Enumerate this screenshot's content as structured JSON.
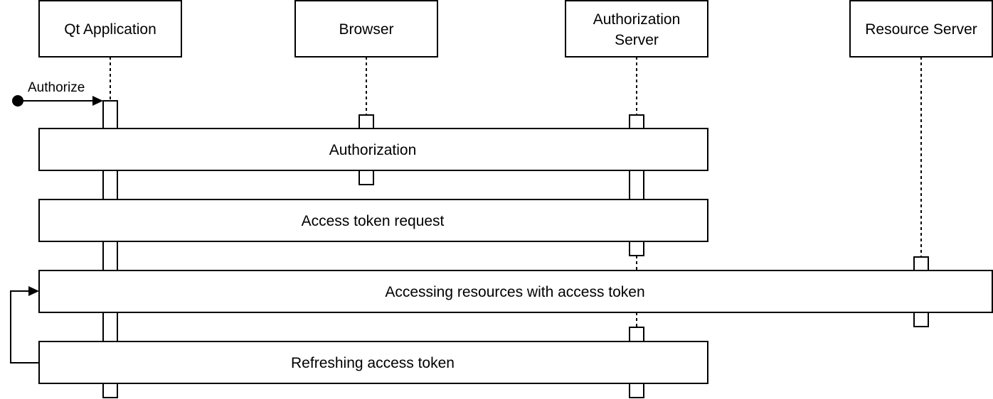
{
  "participants": [
    {
      "id": "qt",
      "lines": [
        "Qt Application"
      ]
    },
    {
      "id": "browser",
      "lines": [
        "Browser"
      ]
    },
    {
      "id": "authserver",
      "lines": [
        "Authorization",
        "Server"
      ]
    },
    {
      "id": "resource",
      "lines": [
        "Resource Server"
      ]
    }
  ],
  "initial_message": {
    "label": "Authorize"
  },
  "fragments": [
    {
      "id": "authorization",
      "label": "Authorization"
    },
    {
      "id": "access-token-request",
      "label": "Access token request"
    },
    {
      "id": "accessing-resources",
      "label": "Accessing resources with access token"
    },
    {
      "id": "refreshing-access-token",
      "label": "Refreshing access token"
    }
  ],
  "colors": {
    "stroke": "#000000",
    "fill": "#ffffff",
    "text": "#000000"
  }
}
